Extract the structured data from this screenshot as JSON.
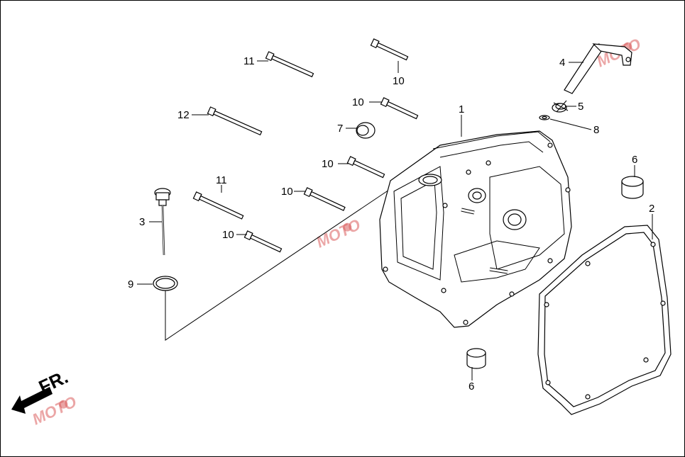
{
  "diagram": {
    "callouts": [
      "1",
      "2",
      "3",
      "4",
      "5",
      "6",
      "6",
      "7",
      "8",
      "9",
      "10",
      "10",
      "10",
      "10",
      "10",
      "11",
      "11",
      "12"
    ],
    "direction_label": "FR.",
    "watermark": {
      "text": "MOTO",
      "accent_color": "#d43b3b"
    },
    "colors": {
      "line": "#000000",
      "background": "#ffffff"
    }
  }
}
